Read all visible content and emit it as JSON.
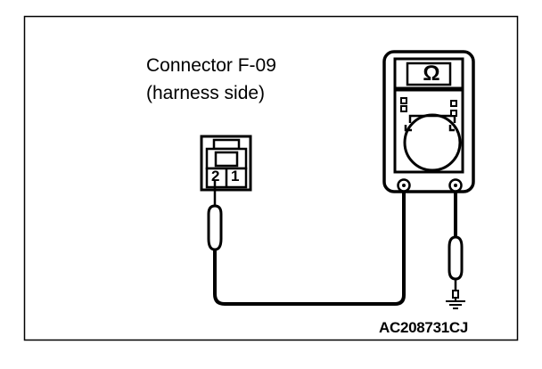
{
  "connector": {
    "title": "Connector F-09",
    "subtitle": "(harness side)",
    "pin_left": "2",
    "pin_right": "1"
  },
  "meter": {
    "unit_symbol": "Ω",
    "icon": "ohmmeter-icon"
  },
  "figure": {
    "code": "AC208731CJ"
  },
  "colors": {
    "line": "#000000",
    "background": "#ffffff"
  }
}
